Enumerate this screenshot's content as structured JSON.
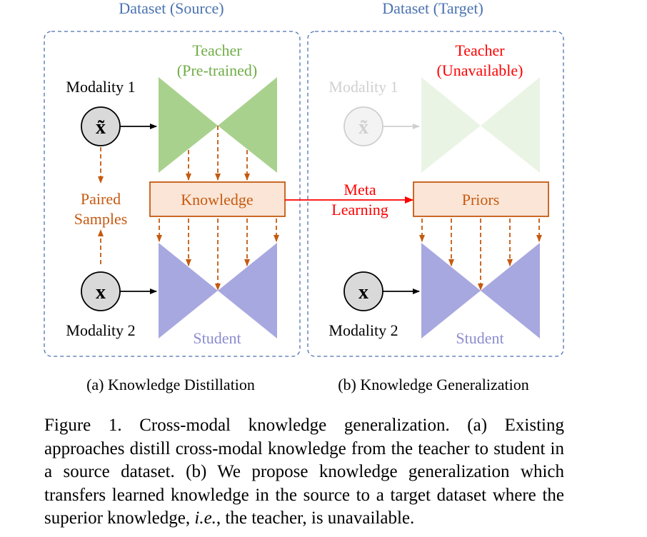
{
  "figure": {
    "panel_a": {
      "dataset_title": "Dataset (Source)",
      "teacher_label": "Teacher",
      "teacher_status": "(Pre-trained)",
      "modality1_label": "Modality 1",
      "modality2_label": "Modality 2",
      "x_tilde_symbol": "x̃",
      "x_symbol": "x",
      "paired_line1": "Paired",
      "paired_line2": "Samples",
      "knowledge_label": "Knowledge",
      "student_label": "Student",
      "subcaption": "(a) Knowledge Distillation"
    },
    "panel_b": {
      "dataset_title": "Dataset (Target)",
      "teacher_label": "Teacher",
      "teacher_status": "(Unavailable)",
      "modality1_label": "Modality 1",
      "modality2_label": "Modality 2",
      "x_tilde_symbol": "x̃",
      "x_symbol": "x",
      "priors_label": "Priors",
      "student_label": "Student",
      "subcaption": "(b) Knowledge Generalization"
    },
    "meta_line1": "Meta",
    "meta_line2": "Learning",
    "colors": {
      "dataset_title": "#4a72b0",
      "dashed_border": "#4a72b0",
      "teacher_green": "#a9d18e",
      "teacher_faded": "#eaf4e4",
      "student_purple": "#a8a8e0",
      "orange": "#c55a11",
      "orange_fill": "#fbe5d6",
      "red": "#ff0000",
      "node_fill": "#d9d9d9",
      "faded_text": "#d0d0d0"
    }
  },
  "caption": {
    "prefix": "Figure 1. Cross-modal knowledge generalization. (a) Existing approaches distill cross-modal knowledge from the teacher to student in a source dataset. (b) We propose knowledge generalization which transfers learned knowledge in the source to a target dataset where the superior knowledge, ",
    "italic": "i.e.",
    "suffix": ", the teacher, is unavailable."
  }
}
